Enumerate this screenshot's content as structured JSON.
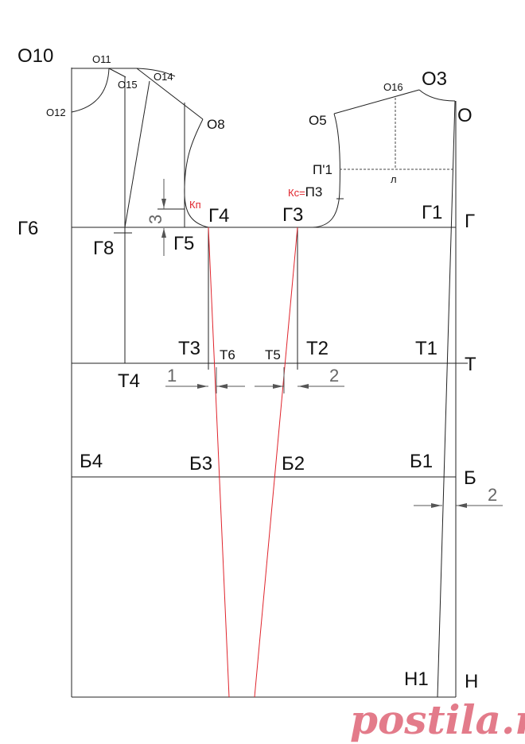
{
  "points": {
    "O10": "О10",
    "O11": "О11",
    "O12": "О12",
    "O14": "О14",
    "O15": "О15",
    "O8": "О8",
    "O5": "О5",
    "O16": "О16",
    "O3": "О3",
    "O": "О",
    "P1": "П'1",
    "L": "л",
    "Ks": "Кс=",
    "P3": "П3",
    "Kp": "Кп",
    "G": "Г",
    "G1": "Г1",
    "G3": "Г3",
    "G4": "Г4",
    "G5": "Г5",
    "G6": "Г6",
    "G8": "Г8",
    "T": "Т",
    "T1": "Т1",
    "T2": "Т2",
    "T3": "Т3",
    "T4": "Т4",
    "T5": "Т5",
    "T6": "Т6",
    "B": "Б",
    "B1": "Б1",
    "B2": "Б2",
    "B3": "Б3",
    "B4": "Б4",
    "H": "Н",
    "H1": "Н1"
  },
  "dimensions": {
    "armhole_front_offset": "3",
    "waist_dart_left": "1",
    "waist_dart_right": "2",
    "hip_back_offset": "2"
  },
  "colors": {
    "construction": "#222222",
    "dart_lines": "#e0242c",
    "dimension": "#666666",
    "watermark": "#e37b8a"
  },
  "watermark": "postila.ru"
}
